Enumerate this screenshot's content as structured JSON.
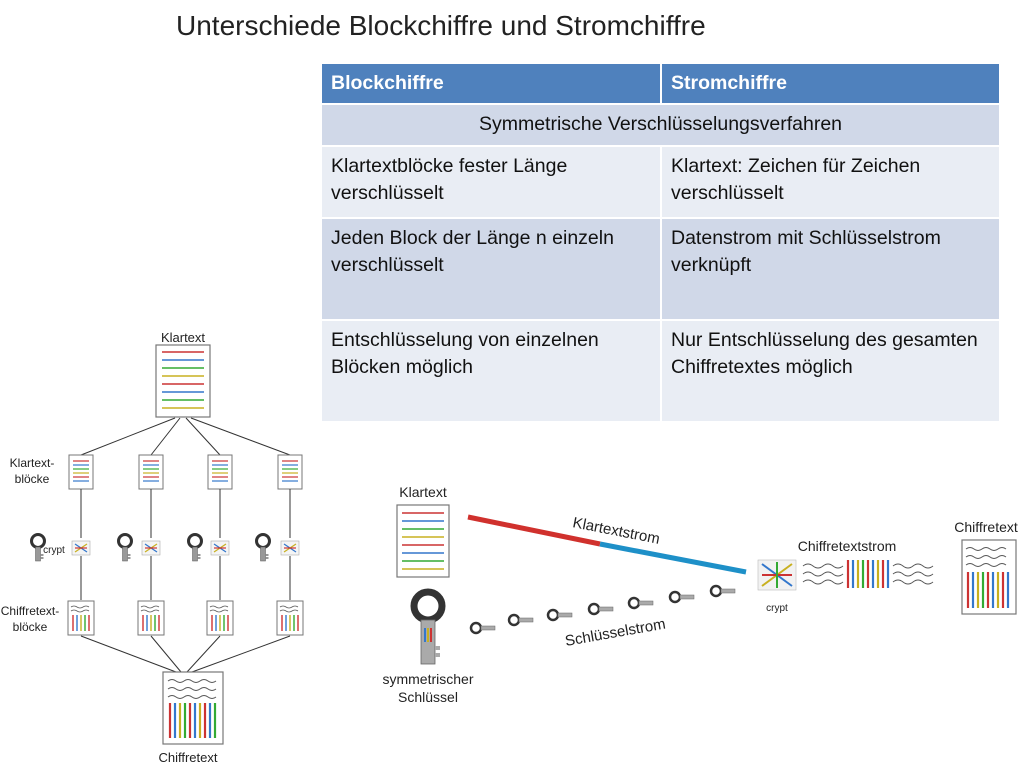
{
  "slide": {
    "title": "Unterschiede Blockchiffre und Stromchiffre"
  },
  "table": {
    "headers": [
      "Blockchiffre",
      "Stromchiffre"
    ],
    "span_row": "Symmetrische Verschlüsselungsverfahren",
    "rows": [
      [
        "Klartextblöcke fester Länge verschlüsselt",
        "Klartext: Zeichen für Zeichen verschlüsselt"
      ],
      [
        "Jeden Block der Länge n einzeln verschlüsselt",
        "Datenstrom mit Schlüsselstrom verknüpft"
      ],
      [
        "Entschlüsselung von einzelnen Blöcken möglich",
        "Nur Entschlüsselung des gesamten Chiffretextes möglich"
      ]
    ]
  },
  "block_diagram": {
    "top_label": "Klartext",
    "blocks_label_line1": "Klartext-",
    "blocks_label_line2": "blöcke",
    "crypt_label": "crypt",
    "cipher_blocks_line1": "Chiffretext-",
    "cipher_blocks_line2": "blöcke",
    "bottom_label": "Chiffretext"
  },
  "stream_diagram": {
    "plaintext_label": "Klartext",
    "plaintext_stream_label": "Klartextstrom",
    "cipher_stream_label": "Chiffretextstrom",
    "ciphertext_label": "Chiffretext",
    "crypt_label": "crypt",
    "key_label_line1": "symmetrischer",
    "key_label_line2": "Schlüssel",
    "keystream_label": "Schlüsselstrom"
  },
  "colors": {
    "header_blue": "#4f81bd",
    "row_lavender": "#d0d8e8",
    "row_pale": "#e9edf4",
    "stream_red": "#d0312d",
    "stream_blue": "#1e90c8"
  }
}
